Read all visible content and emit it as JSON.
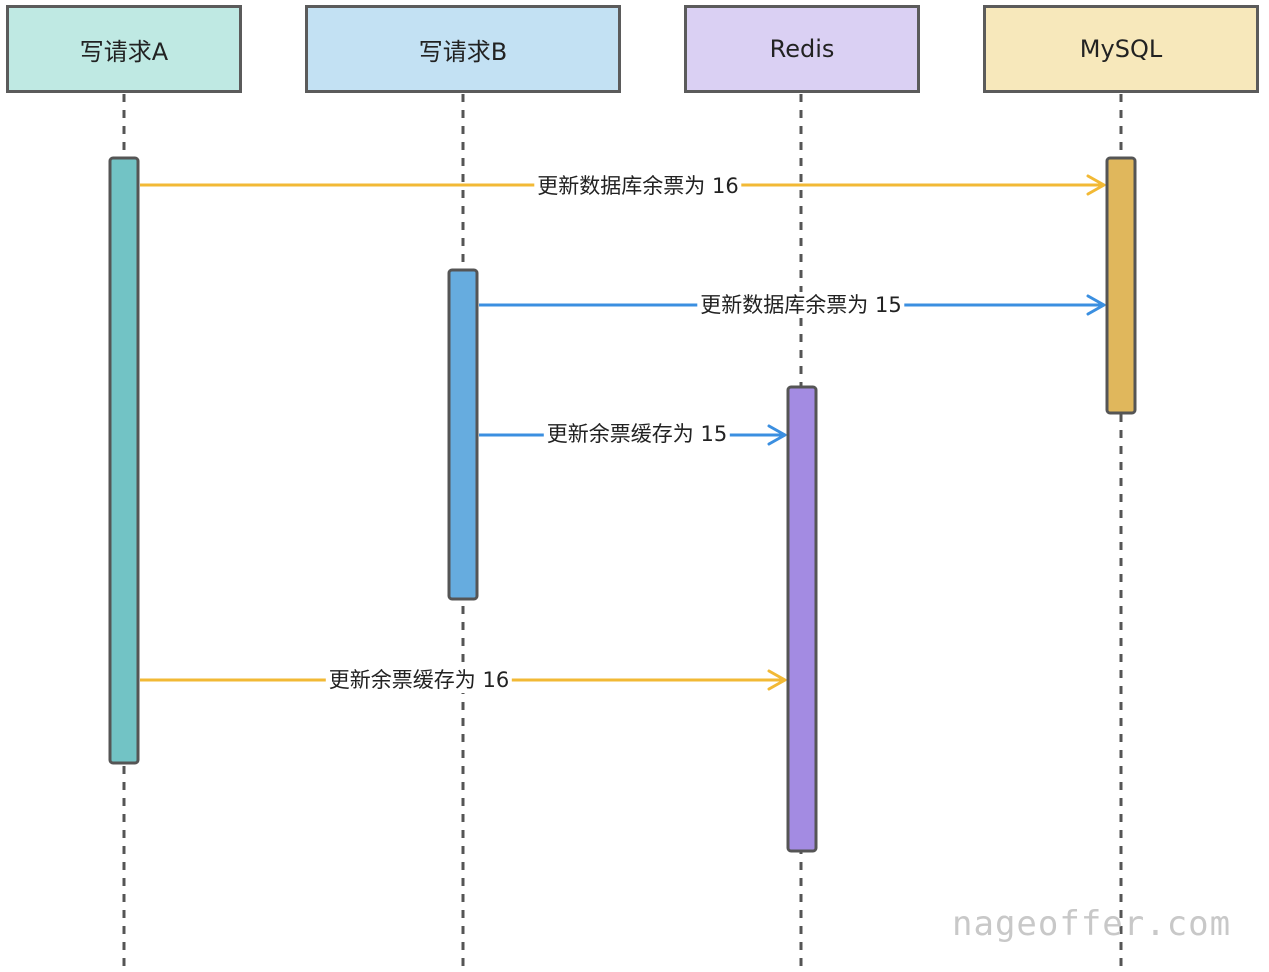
{
  "participants": [
    {
      "label": "写请求A",
      "color": "#bfe9e3"
    },
    {
      "label": "写请求B",
      "color": "#c3e1f3"
    },
    {
      "label": "Redis",
      "color": "#dad0f3"
    },
    {
      "label": "MySQL",
      "color": "#f7e8bb"
    }
  ],
  "activation_colors": {
    "write_a": "#72c3c5",
    "write_b": "#66acdf",
    "redis": "#a38be2",
    "mysql": "#e0b75c"
  },
  "message_colors": {
    "write_a": "#f2b935",
    "write_b": "#3b8fe0"
  },
  "messages": [
    {
      "label": "更新数据库余票为 16",
      "from": "写请求A",
      "to": "MySQL"
    },
    {
      "label": "更新数据库余票为 15",
      "from": "写请求B",
      "to": "MySQL"
    },
    {
      "label": "更新余票缓存为 15",
      "from": "写请求B",
      "to": "Redis"
    },
    {
      "label": "更新余票缓存为 16",
      "from": "写请求A",
      "to": "Redis"
    }
  ],
  "watermark": "nageoffer.com"
}
